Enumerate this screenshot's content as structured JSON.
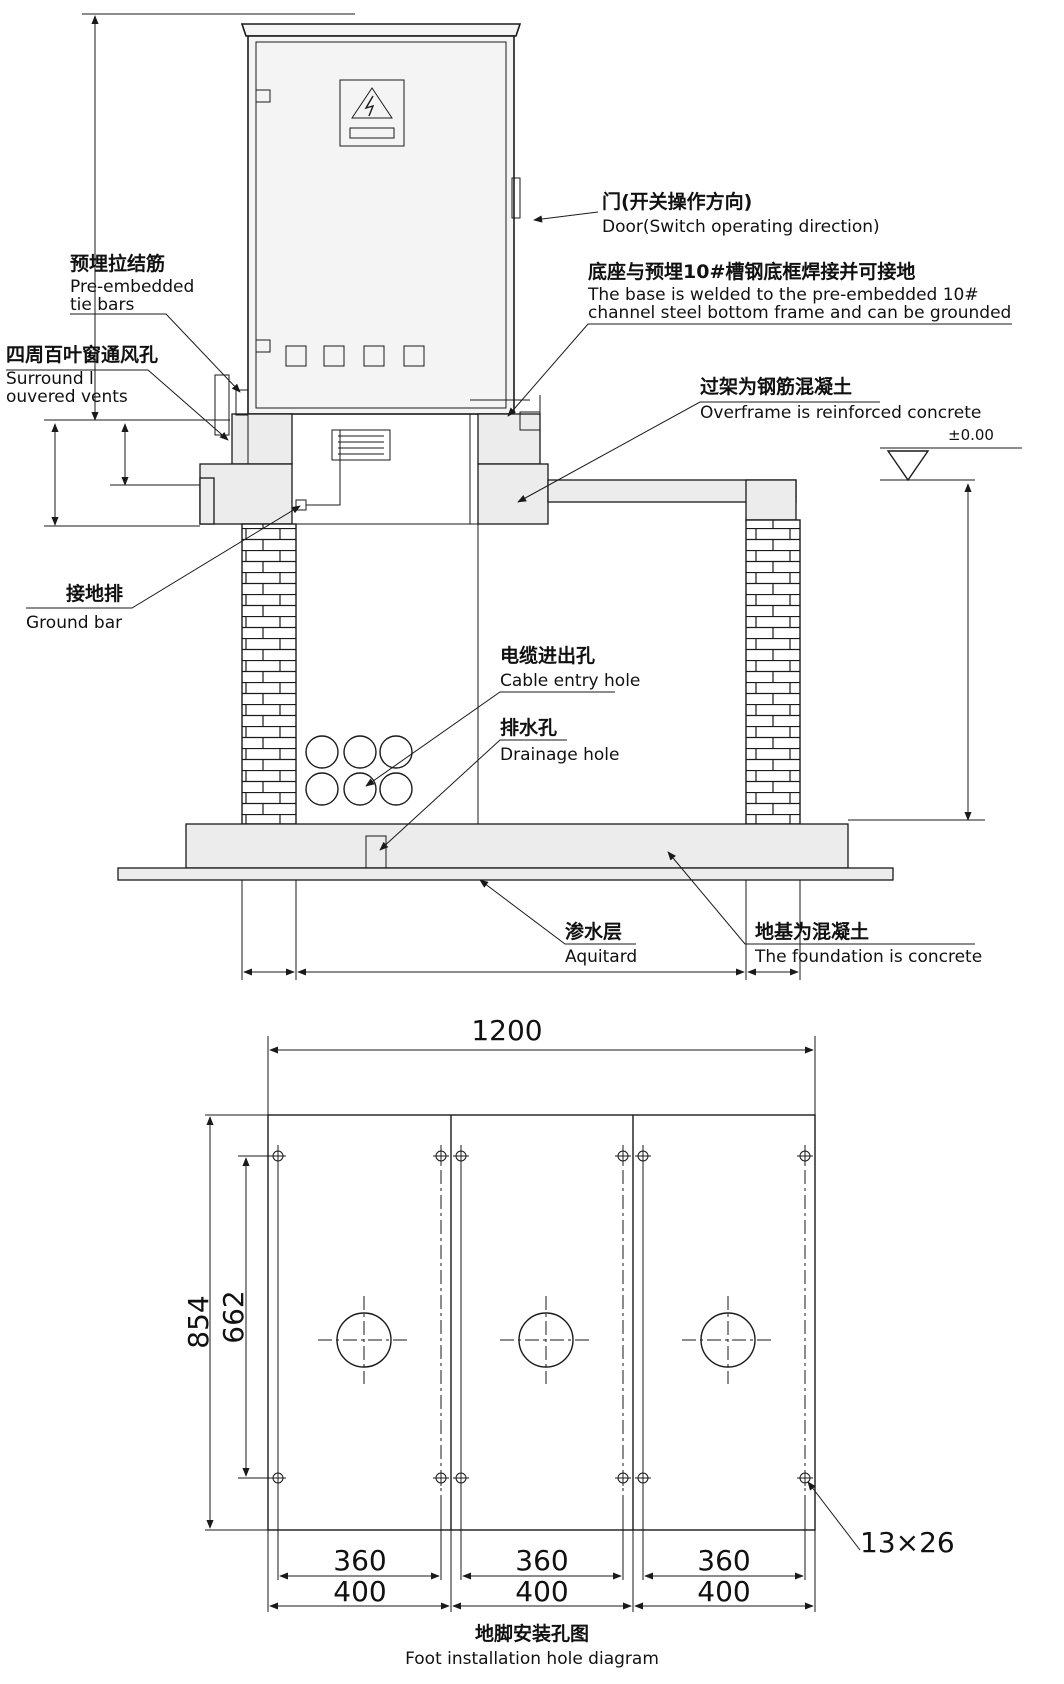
{
  "labels": {
    "door_cn": "门(开关操作方向)",
    "door_en": "Door(Switch operating direction)",
    "tie_cn": "预埋拉结筋",
    "tie_en1": "Pre-embedded",
    "tie_en2": "tie bars",
    "base_cn": "底座与预埋10#槽钢底框焊接并可接地",
    "base_en1": "The base is welded to the pre-embedded 10#",
    "base_en2": "channel steel bottom frame and can be grounded",
    "vent_cn": "四周百叶窗通风孔",
    "vent_en1": "Surround l",
    "vent_en2": "ouvered vents",
    "over_cn": "过架为钢筋混凝土",
    "over_en": "Overframe is reinforced concrete",
    "elevation": "±0.00",
    "ground_cn": "接地排",
    "ground_en": "Ground bar",
    "cable_cn": "电缆进出孔",
    "cable_en": "Cable entry hole",
    "drain_cn": "排水孔",
    "drain_en": "Drainage hole",
    "aquitard_cn": "渗水层",
    "aquitard_en": "Aquitard",
    "found_cn": "地基为混凝土",
    "found_en": "The foundation is concrete"
  },
  "plan": {
    "width": "1200",
    "height": "854",
    "inner_height": "662",
    "hole_spacing": [
      "360",
      "360",
      "360"
    ],
    "section_width": [
      "400",
      "400",
      "400"
    ],
    "hole_size": "13×26",
    "caption_cn": "地脚安装孔图",
    "caption_en": "Foot installation hole diagram"
  }
}
